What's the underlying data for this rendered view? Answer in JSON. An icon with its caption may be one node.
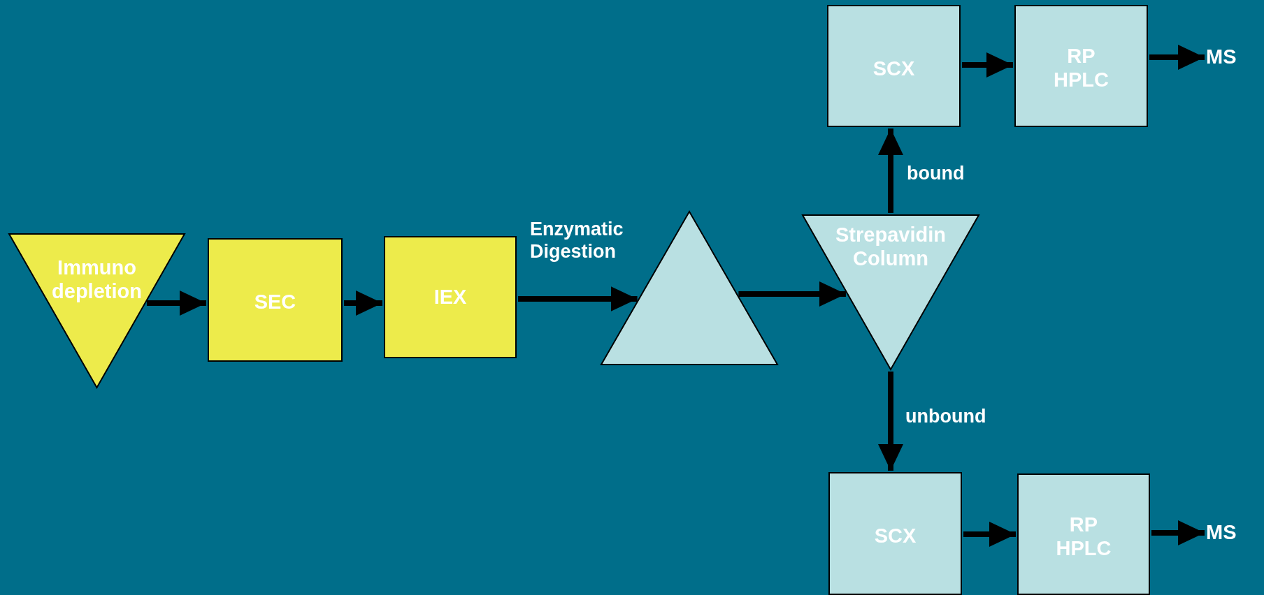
{
  "diagram": {
    "nodes": [
      {
        "text": [
          "Immuno depletion"
        ]
      },
      {
        "text": [
          "SEC"
        ]
      },
      {
        "text": [
          "IEX"
        ]
      },
      {
        "text": [],
        "shape": "triangle"
      },
      {
        "text": [
          "Strepavidin Column"
        ]
      },
      {
        "text": [
          "SCX"
        ]
      },
      {
        "text": [
          "RP HPLC"
        ]
      },
      {
        "text": [
          "MS"
        ]
      },
      {
        "text": [
          "SCX"
        ]
      },
      {
        "text": [
          "RP HPLC"
        ]
      },
      {
        "text": [
          "MS"
        ]
      }
    ],
    "edges": [
      {
        "from": 0,
        "to": 1,
        "arrow": "to"
      },
      {
        "from": 1,
        "to": 2,
        "arrow": "to"
      },
      {
        "from": 2,
        "to": 3,
        "arrow": "to",
        "label": "Enzymatic Digestion"
      },
      {
        "from": 3,
        "to": 4,
        "arrow": "to"
      },
      {
        "from": 4,
        "to": 5,
        "arrow": "to",
        "label": "bound"
      },
      {
        "from": 4,
        "to": 8,
        "arrow": "to",
        "label": "unbound"
      },
      {
        "from": 5,
        "to": 6,
        "arrow": "to"
      },
      {
        "from": 6,
        "to": 7,
        "arrow": "to"
      },
      {
        "from": 8,
        "to": 9,
        "arrow": "to"
      },
      {
        "from": 9,
        "to": 10,
        "arrow": "to"
      }
    ]
  }
}
